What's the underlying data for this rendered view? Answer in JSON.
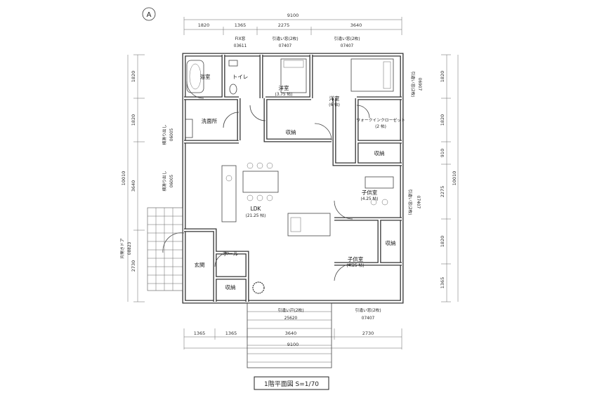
{
  "title": "1階平面図 S=1/70",
  "north_symbol": "A",
  "dimensions": {
    "top_total": "9100",
    "top_segments": [
      "1820",
      "1365",
      "2275",
      "3640"
    ],
    "bottom_total": "9100",
    "bottom_segments": [
      "1365",
      "1365",
      "3640",
      "2730"
    ],
    "left_total": "10010",
    "left_segments": [
      "1820",
      "1820",
      "3640",
      "2730"
    ],
    "right_total": "10010",
    "right_segments": [
      "1820",
      "1820",
      "910",
      "2275",
      "1820",
      "1365"
    ]
  },
  "rooms": {
    "bath": "浴室",
    "toilet": "トイレ",
    "western1": "洋室",
    "western1_size": "(3.75 帖)",
    "western2": "洋室",
    "western2_size": "(6 帖)",
    "washroom": "洗面所",
    "storage1": "収納",
    "walkin": "ウォークインクローゼット",
    "walkin_size": "(2 帖)",
    "storage2": "収納",
    "ldk": "LDK",
    "ldk_size": "(21.25 帖)",
    "child1": "子供室",
    "child1_size": "(4.25 帖)",
    "child2": "子供室",
    "child2_size": "(4.25 帖)",
    "storage3": "収納",
    "hall": "ホール",
    "entrance": "玄関",
    "storage4": "収納"
  },
  "windows": {
    "fix": "FIX窓",
    "fix_code": "03611",
    "sliding_top_1": "引違い窓(2枚)",
    "sliding_top_1_code": "07407",
    "sliding_top_2": "引違い窓(2枚)",
    "sliding_top_2_code": "07407",
    "right_top": "引違い窓(2枚)",
    "right_top_code": "06907",
    "right_mid": "引違い窓(2枚)",
    "right_mid_code": "07407",
    "left_1": "横滑り出し",
    "left_1_code": "06005",
    "left_2": "横滑り出し",
    "left_2_code": "06005",
    "door_left": "片開きドア",
    "door_left_code": "08823",
    "bottom_1": "引違い戸(2枚)",
    "bottom_1_code": "25620",
    "bottom_2": "引違い窓(2枚)",
    "bottom_2_code": "07407"
  }
}
